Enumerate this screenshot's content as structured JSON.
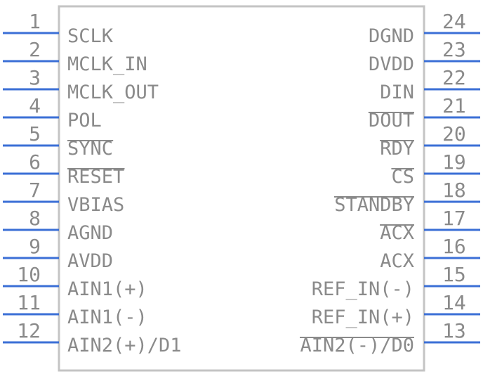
{
  "component": {
    "colors": {
      "body_stroke": "#c4c4c4",
      "pin_line": "#3b6fd6",
      "text": "#8a8a8a"
    },
    "left_pins": [
      {
        "number": "1",
        "name": "SCLK",
        "active_low": false
      },
      {
        "number": "2",
        "name": "MCLK_IN",
        "active_low": false
      },
      {
        "number": "3",
        "name": "MCLK_OUT",
        "active_low": false
      },
      {
        "number": "4",
        "name": "POL",
        "active_low": false
      },
      {
        "number": "5",
        "name": "SYNC",
        "active_low": true
      },
      {
        "number": "6",
        "name": "RESET",
        "active_low": true
      },
      {
        "number": "7",
        "name": "VBIAS",
        "active_low": false
      },
      {
        "number": "8",
        "name": "AGND",
        "active_low": false
      },
      {
        "number": "9",
        "name": "AVDD",
        "active_low": false
      },
      {
        "number": "10",
        "name": "AIN1(+)",
        "active_low": false
      },
      {
        "number": "11",
        "name": "AIN1(-)",
        "active_low": false
      },
      {
        "number": "12",
        "name": "AIN2(+)/D1",
        "active_low": false
      }
    ],
    "right_pins": [
      {
        "number": "24",
        "name": "DGND",
        "active_low": false
      },
      {
        "number": "23",
        "name": "DVDD",
        "active_low": false
      },
      {
        "number": "22",
        "name": "DIN",
        "active_low": false
      },
      {
        "number": "21",
        "name": "DOUT",
        "active_low": true
      },
      {
        "number": "20",
        "name": "RDY",
        "active_low": true
      },
      {
        "number": "19",
        "name": "CS",
        "active_low": true
      },
      {
        "number": "18",
        "name": "STANDBY",
        "active_low": true
      },
      {
        "number": "17",
        "name": "ACX",
        "active_low": true
      },
      {
        "number": "16",
        "name": "ACX",
        "active_low": false
      },
      {
        "number": "15",
        "name": "REF_IN(-)",
        "active_low": false
      },
      {
        "number": "14",
        "name": "REF_IN(+)",
        "active_low": false
      },
      {
        "number": "13",
        "name": "AIN2(-)/D0",
        "active_low": true
      }
    ]
  }
}
